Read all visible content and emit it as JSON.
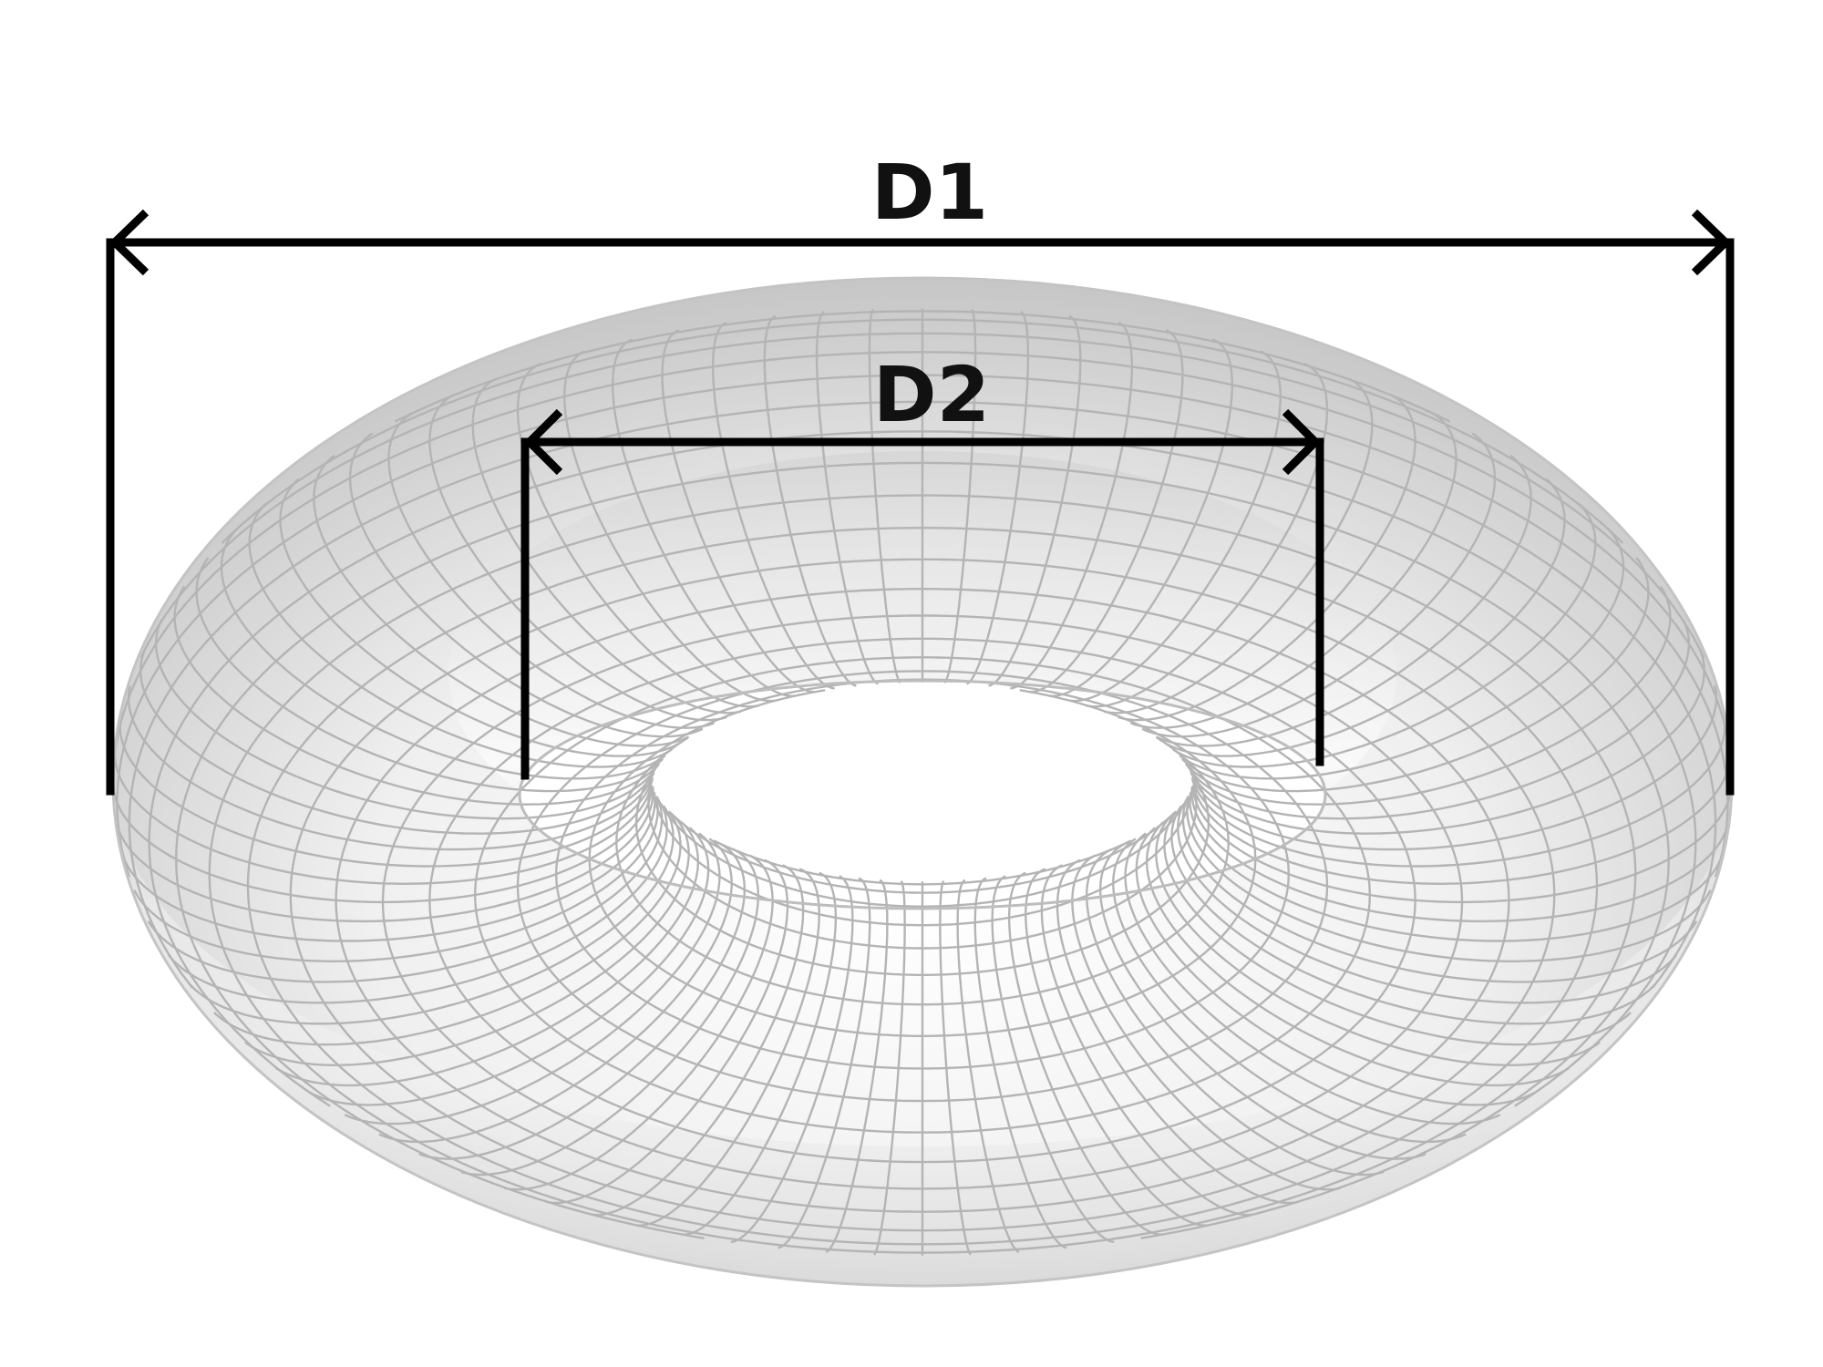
{
  "diagram": {
    "subject": "torus",
    "dimensions": [
      {
        "id": "outer",
        "label": "D1"
      },
      {
        "id": "inner",
        "label": "D2"
      }
    ],
    "mesh": {
      "toroidal_divisions": 96,
      "poloidal_divisions": 36
    },
    "colors": {
      "background": "#ffffff",
      "mesh": "#b4b4b4",
      "annotation": "#000000",
      "surface_light": "#ffffff",
      "surface_dark": "#c8c8c8"
    }
  }
}
